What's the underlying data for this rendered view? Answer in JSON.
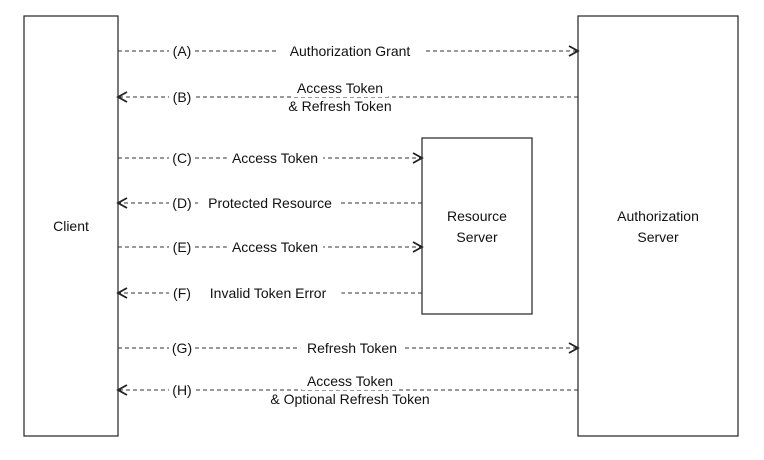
{
  "client_label": "Client",
  "auth_server_label": [
    "Authorization",
    "Server"
  ],
  "resource_server_label": [
    "Resource",
    "Server"
  ],
  "flows": [
    {
      "step": "(A)",
      "label": [
        "Authorization Grant"
      ],
      "direction": "to-auth-server"
    },
    {
      "step": "(B)",
      "label": [
        "Access Token",
        "& Refresh Token"
      ],
      "direction": "to-client"
    },
    {
      "step": "(C)",
      "label": [
        "Access Token"
      ],
      "direction": "to-resource-server"
    },
    {
      "step": "(D)",
      "label": [
        "Protected Resource"
      ],
      "direction": "to-client"
    },
    {
      "step": "(E)",
      "label": [
        "Access Token"
      ],
      "direction": "to-resource-server"
    },
    {
      "step": "(F)",
      "label": [
        "Invalid Token Error"
      ],
      "direction": "to-client"
    },
    {
      "step": "(G)",
      "label": [
        "Refresh Token"
      ],
      "direction": "to-auth-server"
    },
    {
      "step": "(H)",
      "label": [
        "Access Token",
        "& Optional Refresh Token"
      ],
      "direction": "to-client"
    }
  ]
}
